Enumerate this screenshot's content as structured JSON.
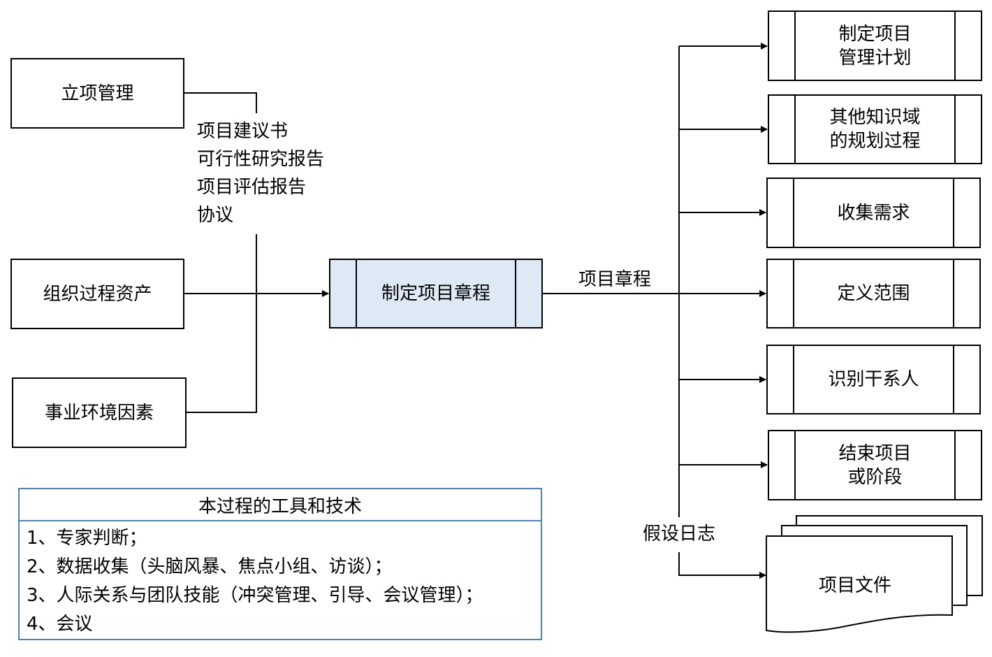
{
  "inputs": {
    "project_initiation": "立项管理",
    "org_process_assets": "组织过程资产",
    "enterprise_env_factors": "事业环境因素"
  },
  "input_documents": [
    "项目建议书",
    "可行性研究报告",
    "项目评估报告",
    "协议"
  ],
  "center_process": "制定项目章程",
  "output_label": "项目章程",
  "assumption_label": "假设日志",
  "outputs": [
    {
      "line1": "制定项目",
      "line2": "管理计划"
    },
    {
      "line1": "其他知识域",
      "line2": "的规划过程"
    },
    {
      "line1": "收集需求",
      "line2": ""
    },
    {
      "line1": "定义范围",
      "line2": ""
    },
    {
      "line1": "识别干系人",
      "line2": ""
    },
    {
      "line1": "结束项目",
      "line2": "或阶段"
    }
  ],
  "project_documents": "项目文件",
  "tools": {
    "title": "本过程的工具和技术",
    "items": [
      "1、专家判断；",
      "2、数据收集（头脑风暴、焦点小组、访谈）；",
      "3、人际关系与团队技能（冲突管理、引导、会议管理）；",
      "4、会议"
    ]
  },
  "colors": {
    "center_fill": "#dde9f5",
    "tools_border": "#4f81bd"
  }
}
